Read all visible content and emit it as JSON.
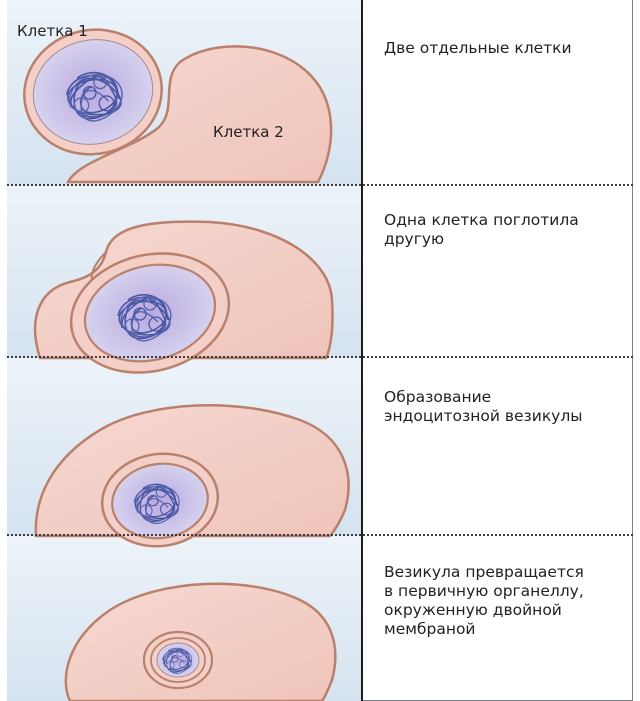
{
  "cell_labels": {
    "cell1": "Клетка 1",
    "cell2": "Клетка 2"
  },
  "stages": [
    {
      "caption": "Две отдельные клетки"
    },
    {
      "caption": "Одна клетка поглотила другую"
    },
    {
      "caption": "Образование эндоцитозной везикулы"
    },
    {
      "caption": "Везикула превращается в первичную органеллу, окруженную двойной мембраной"
    }
  ],
  "colors": {
    "host_fill": "#f3cfc7",
    "membrane": "#b9806b",
    "engulfed_fill": "#c8c4e8",
    "dna": "#4a57a3",
    "background": "#dfe9f4",
    "divider": "#1d1d1d"
  }
}
